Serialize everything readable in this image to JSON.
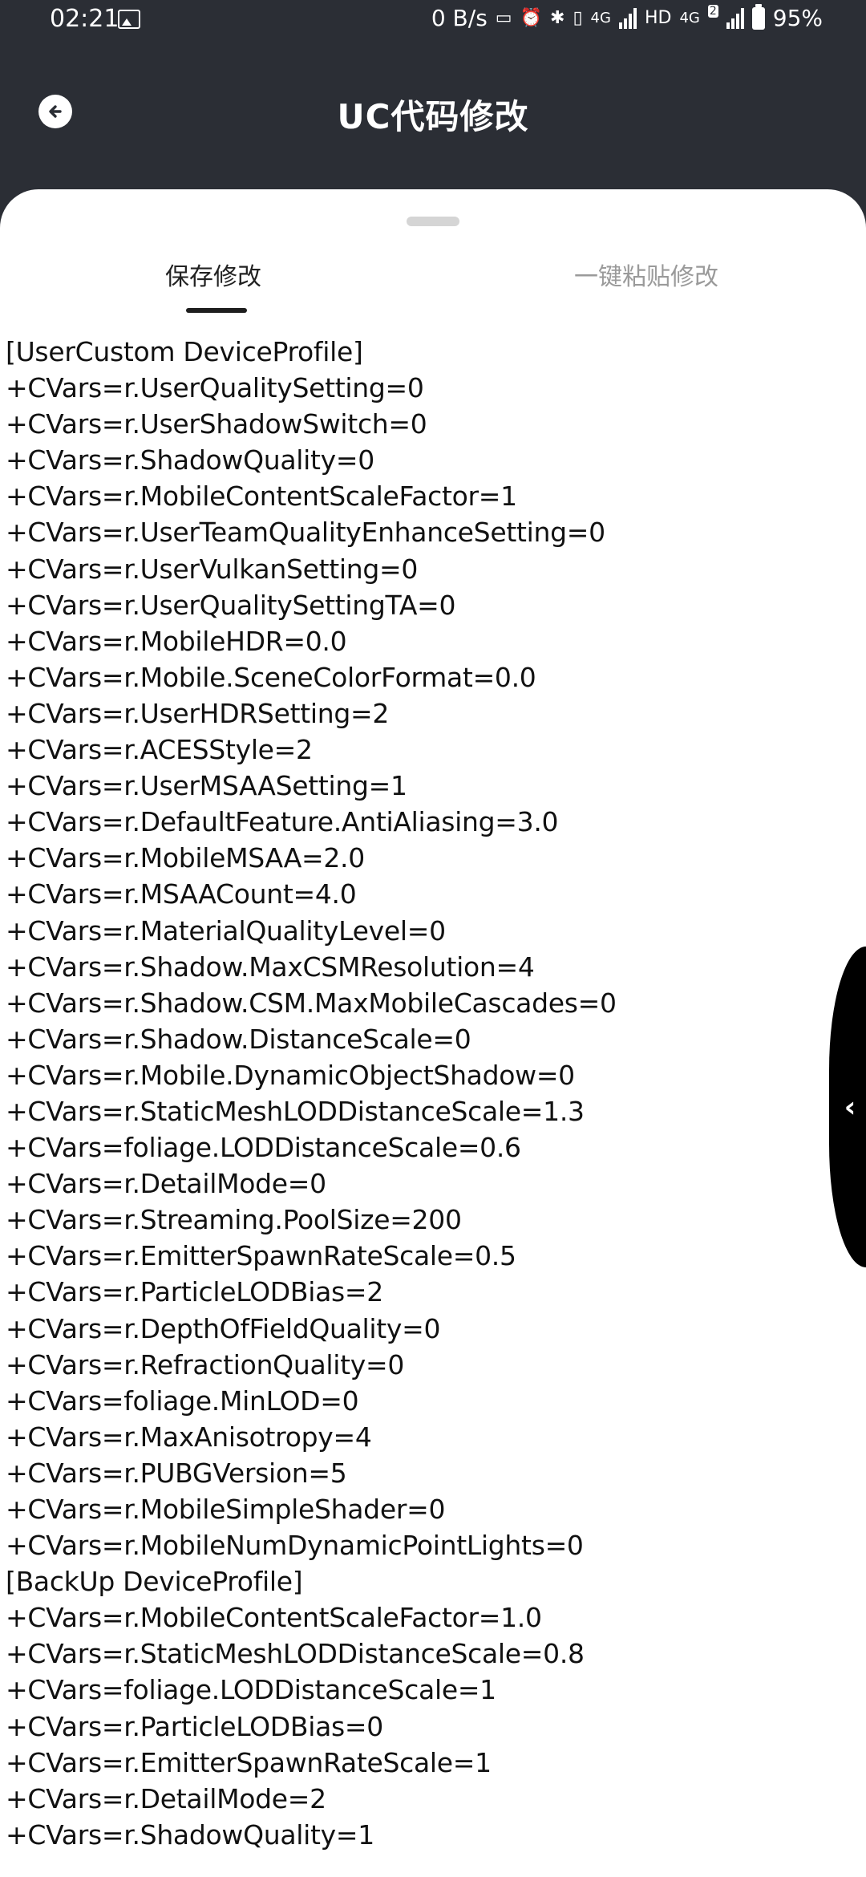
{
  "status_bar": {
    "time": "02:21",
    "net_speed": "0 B/s",
    "net_4g_a": "4G",
    "hd": "HD",
    "net_4g_b": "4G",
    "sim_badge": "2",
    "battery": "95%"
  },
  "header": {
    "title": "UC代码修改"
  },
  "tabs": {
    "save": "保存修改",
    "paste": "一键粘贴修改"
  },
  "code_lines": [
    "[UserCustom DeviceProfile]",
    "+CVars=r.UserQualitySetting=0",
    "+CVars=r.UserShadowSwitch=0",
    "+CVars=r.ShadowQuality=0",
    "+CVars=r.MobileContentScaleFactor=1",
    "+CVars=r.UserTeamQualityEnhanceSetting=0",
    "+CVars=r.UserVulkanSetting=0",
    "+CVars=r.UserQualitySettingTA=0",
    "+CVars=r.MobileHDR=0.0",
    "+CVars=r.Mobile.SceneColorFormat=0.0",
    "+CVars=r.UserHDRSetting=2",
    "+CVars=r.ACESStyle=2",
    "+CVars=r.UserMSAASetting=1",
    "+CVars=r.DefaultFeature.AntiAliasing=3.0",
    "+CVars=r.MobileMSAA=2.0",
    "+CVars=r.MSAACount=4.0",
    "+CVars=r.MaterialQualityLevel=0",
    "+CVars=r.Shadow.MaxCSMResolution=4",
    "+CVars=r.Shadow.CSM.MaxMobileCascades=0",
    "+CVars=r.Shadow.DistanceScale=0",
    "+CVars=r.Mobile.DynamicObjectShadow=0",
    "+CVars=r.StaticMeshLODDistanceScale=1.3",
    "+CVars=foliage.LODDistanceScale=0.6",
    "+CVars=r.DetailMode=0",
    "+CVars=r.Streaming.PoolSize=200",
    "+CVars=r.EmitterSpawnRateScale=0.5",
    "+CVars=r.ParticleLODBias=2",
    "+CVars=r.DepthOfFieldQuality=0",
    "+CVars=r.RefractionQuality=0",
    "+CVars=foliage.MinLOD=0",
    "+CVars=r.MaxAnisotropy=4",
    "+CVars=r.PUBGVersion=5",
    "+CVars=r.MobileSimpleShader=0",
    "+CVars=r.MobileNumDynamicPointLights=0",
    "[BackUp DeviceProfile]",
    "+CVars=r.MobileContentScaleFactor=1.0",
    "+CVars=r.StaticMeshLODDistanceScale=0.8",
    "+CVars=foliage.LODDistanceScale=1",
    "+CVars=r.ParticleLODBias=0",
    "+CVars=r.EmitterSpawnRateScale=1",
    "+CVars=r.DetailMode=2",
    "+CVars=r.ShadowQuality=1"
  ],
  "icons": {
    "back": "arrow-left-circle-icon",
    "edge": "chevron-left-icon"
  },
  "colors": {
    "header_bg": "#2b2e35",
    "sheet_bg": "#ffffff",
    "active_tab": "#222222",
    "inactive_tab": "#9a9a9a"
  }
}
